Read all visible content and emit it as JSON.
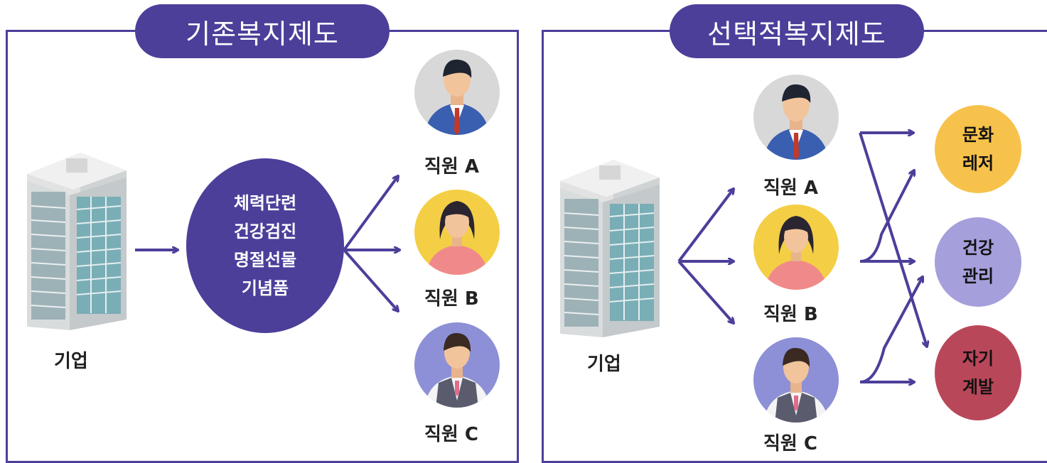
{
  "left_panel": {
    "title": "기존복지제도",
    "company_label": "기업",
    "benefits": [
      "체력단련",
      "건강검진",
      "명절선물",
      "기념품"
    ],
    "employees": [
      "직원 A",
      "직원 B",
      "직원 C"
    ]
  },
  "right_panel": {
    "title": "선택적복지제도",
    "company_label": "기업",
    "employees": [
      "직원 A",
      "직원 B",
      "직원 C"
    ],
    "categories": [
      {
        "line1": "문화",
        "line2": "레저",
        "color": "#f7c24c"
      },
      {
        "line1": "건강",
        "line2": "관리",
        "color": "#a59fdb"
      },
      {
        "line1": "자기",
        "line2": "계발",
        "color": "#b9475a"
      }
    ]
  },
  "colors": {
    "accent": "#4b3f9a",
    "avatar_a_bg": "#d8d8d8",
    "avatar_b_bg": "#f4cf45",
    "avatar_c_bg": "#8d90d6"
  }
}
